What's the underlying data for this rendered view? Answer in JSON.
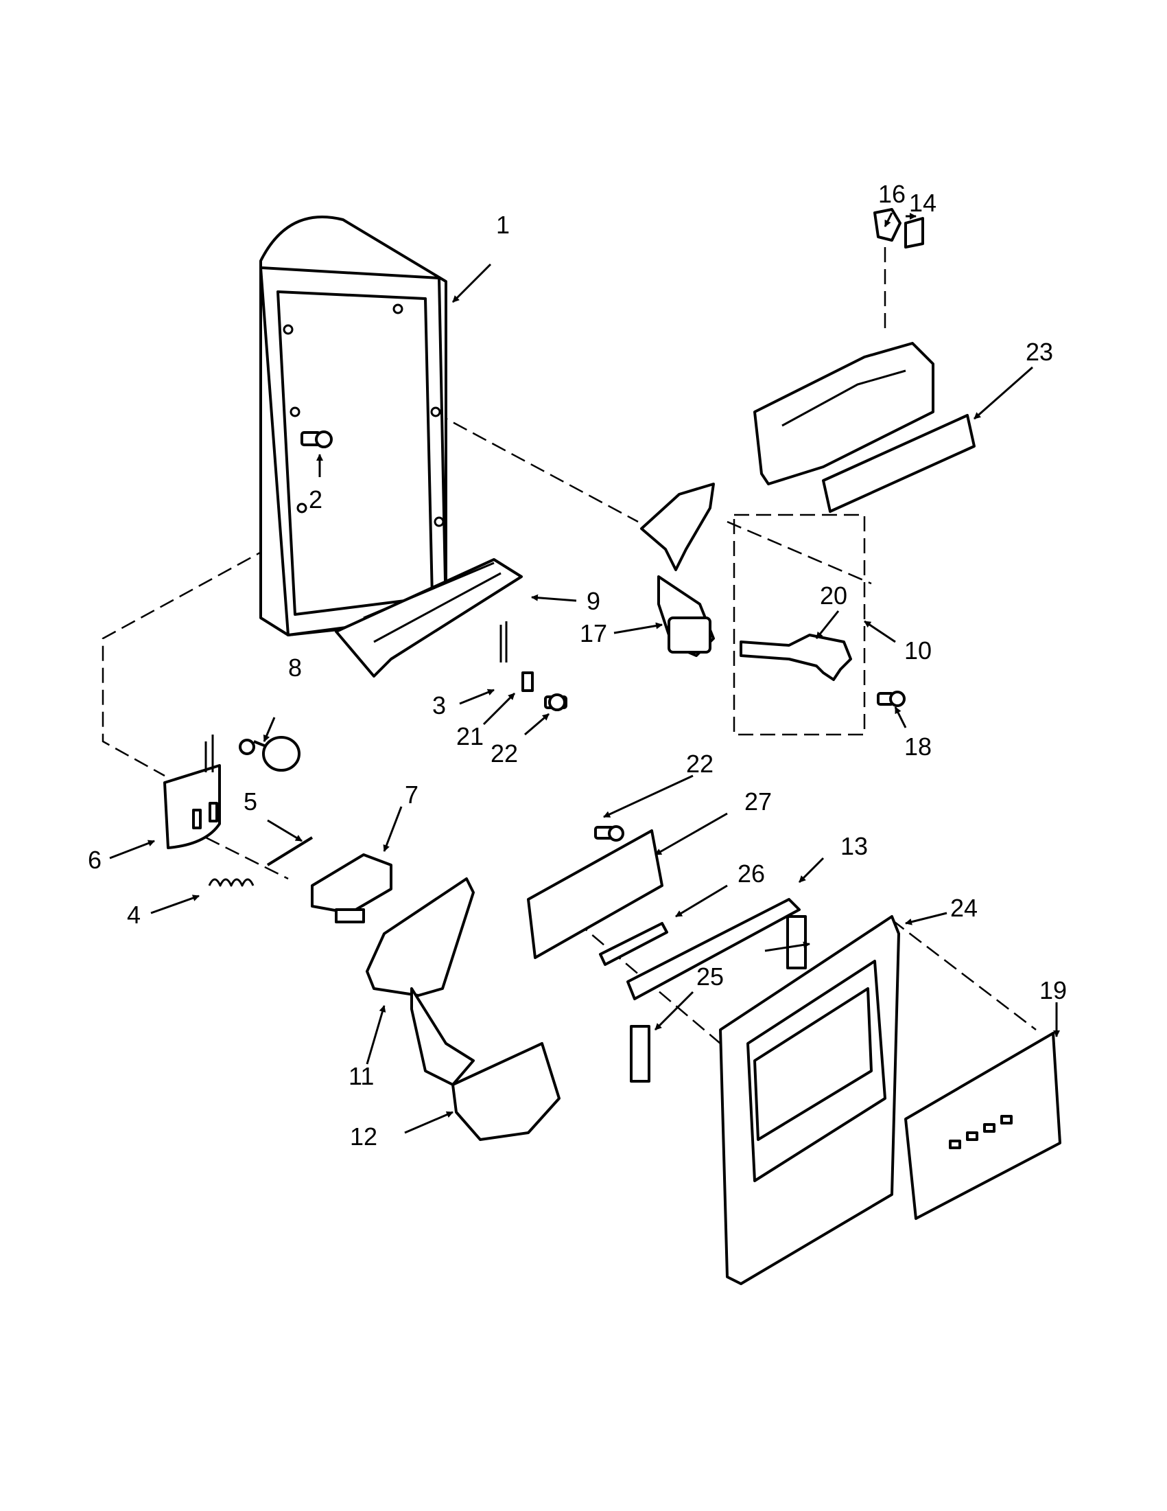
{
  "callouts": [
    {
      "id": "c1",
      "label": "1"
    },
    {
      "id": "c2",
      "label": "2"
    },
    {
      "id": "c3",
      "label": "3"
    },
    {
      "id": "c4",
      "label": "4"
    },
    {
      "id": "c5",
      "label": "5"
    },
    {
      "id": "c6",
      "label": "6"
    },
    {
      "id": "c7",
      "label": "7"
    },
    {
      "id": "c8",
      "label": "8"
    },
    {
      "id": "c9",
      "label": "9"
    },
    {
      "id": "c10",
      "label": "10"
    },
    {
      "id": "c11",
      "label": "11"
    },
    {
      "id": "c12",
      "label": "12"
    },
    {
      "id": "c13",
      "label": "13"
    },
    {
      "id": "c14",
      "label": "14"
    },
    {
      "id": "c16",
      "label": "16"
    },
    {
      "id": "c17",
      "label": "17"
    },
    {
      "id": "c18",
      "label": "18"
    },
    {
      "id": "c19",
      "label": "19"
    },
    {
      "id": "c20",
      "label": "20"
    },
    {
      "id": "c21",
      "label": "21"
    },
    {
      "id": "c22a",
      "label": "22"
    },
    {
      "id": "c22b",
      "label": "22"
    },
    {
      "id": "c23",
      "label": "23"
    },
    {
      "id": "c24",
      "label": "24"
    },
    {
      "id": "c25",
      "label": "25"
    },
    {
      "id": "c26",
      "label": "26"
    },
    {
      "id": "c27",
      "label": "27"
    }
  ]
}
